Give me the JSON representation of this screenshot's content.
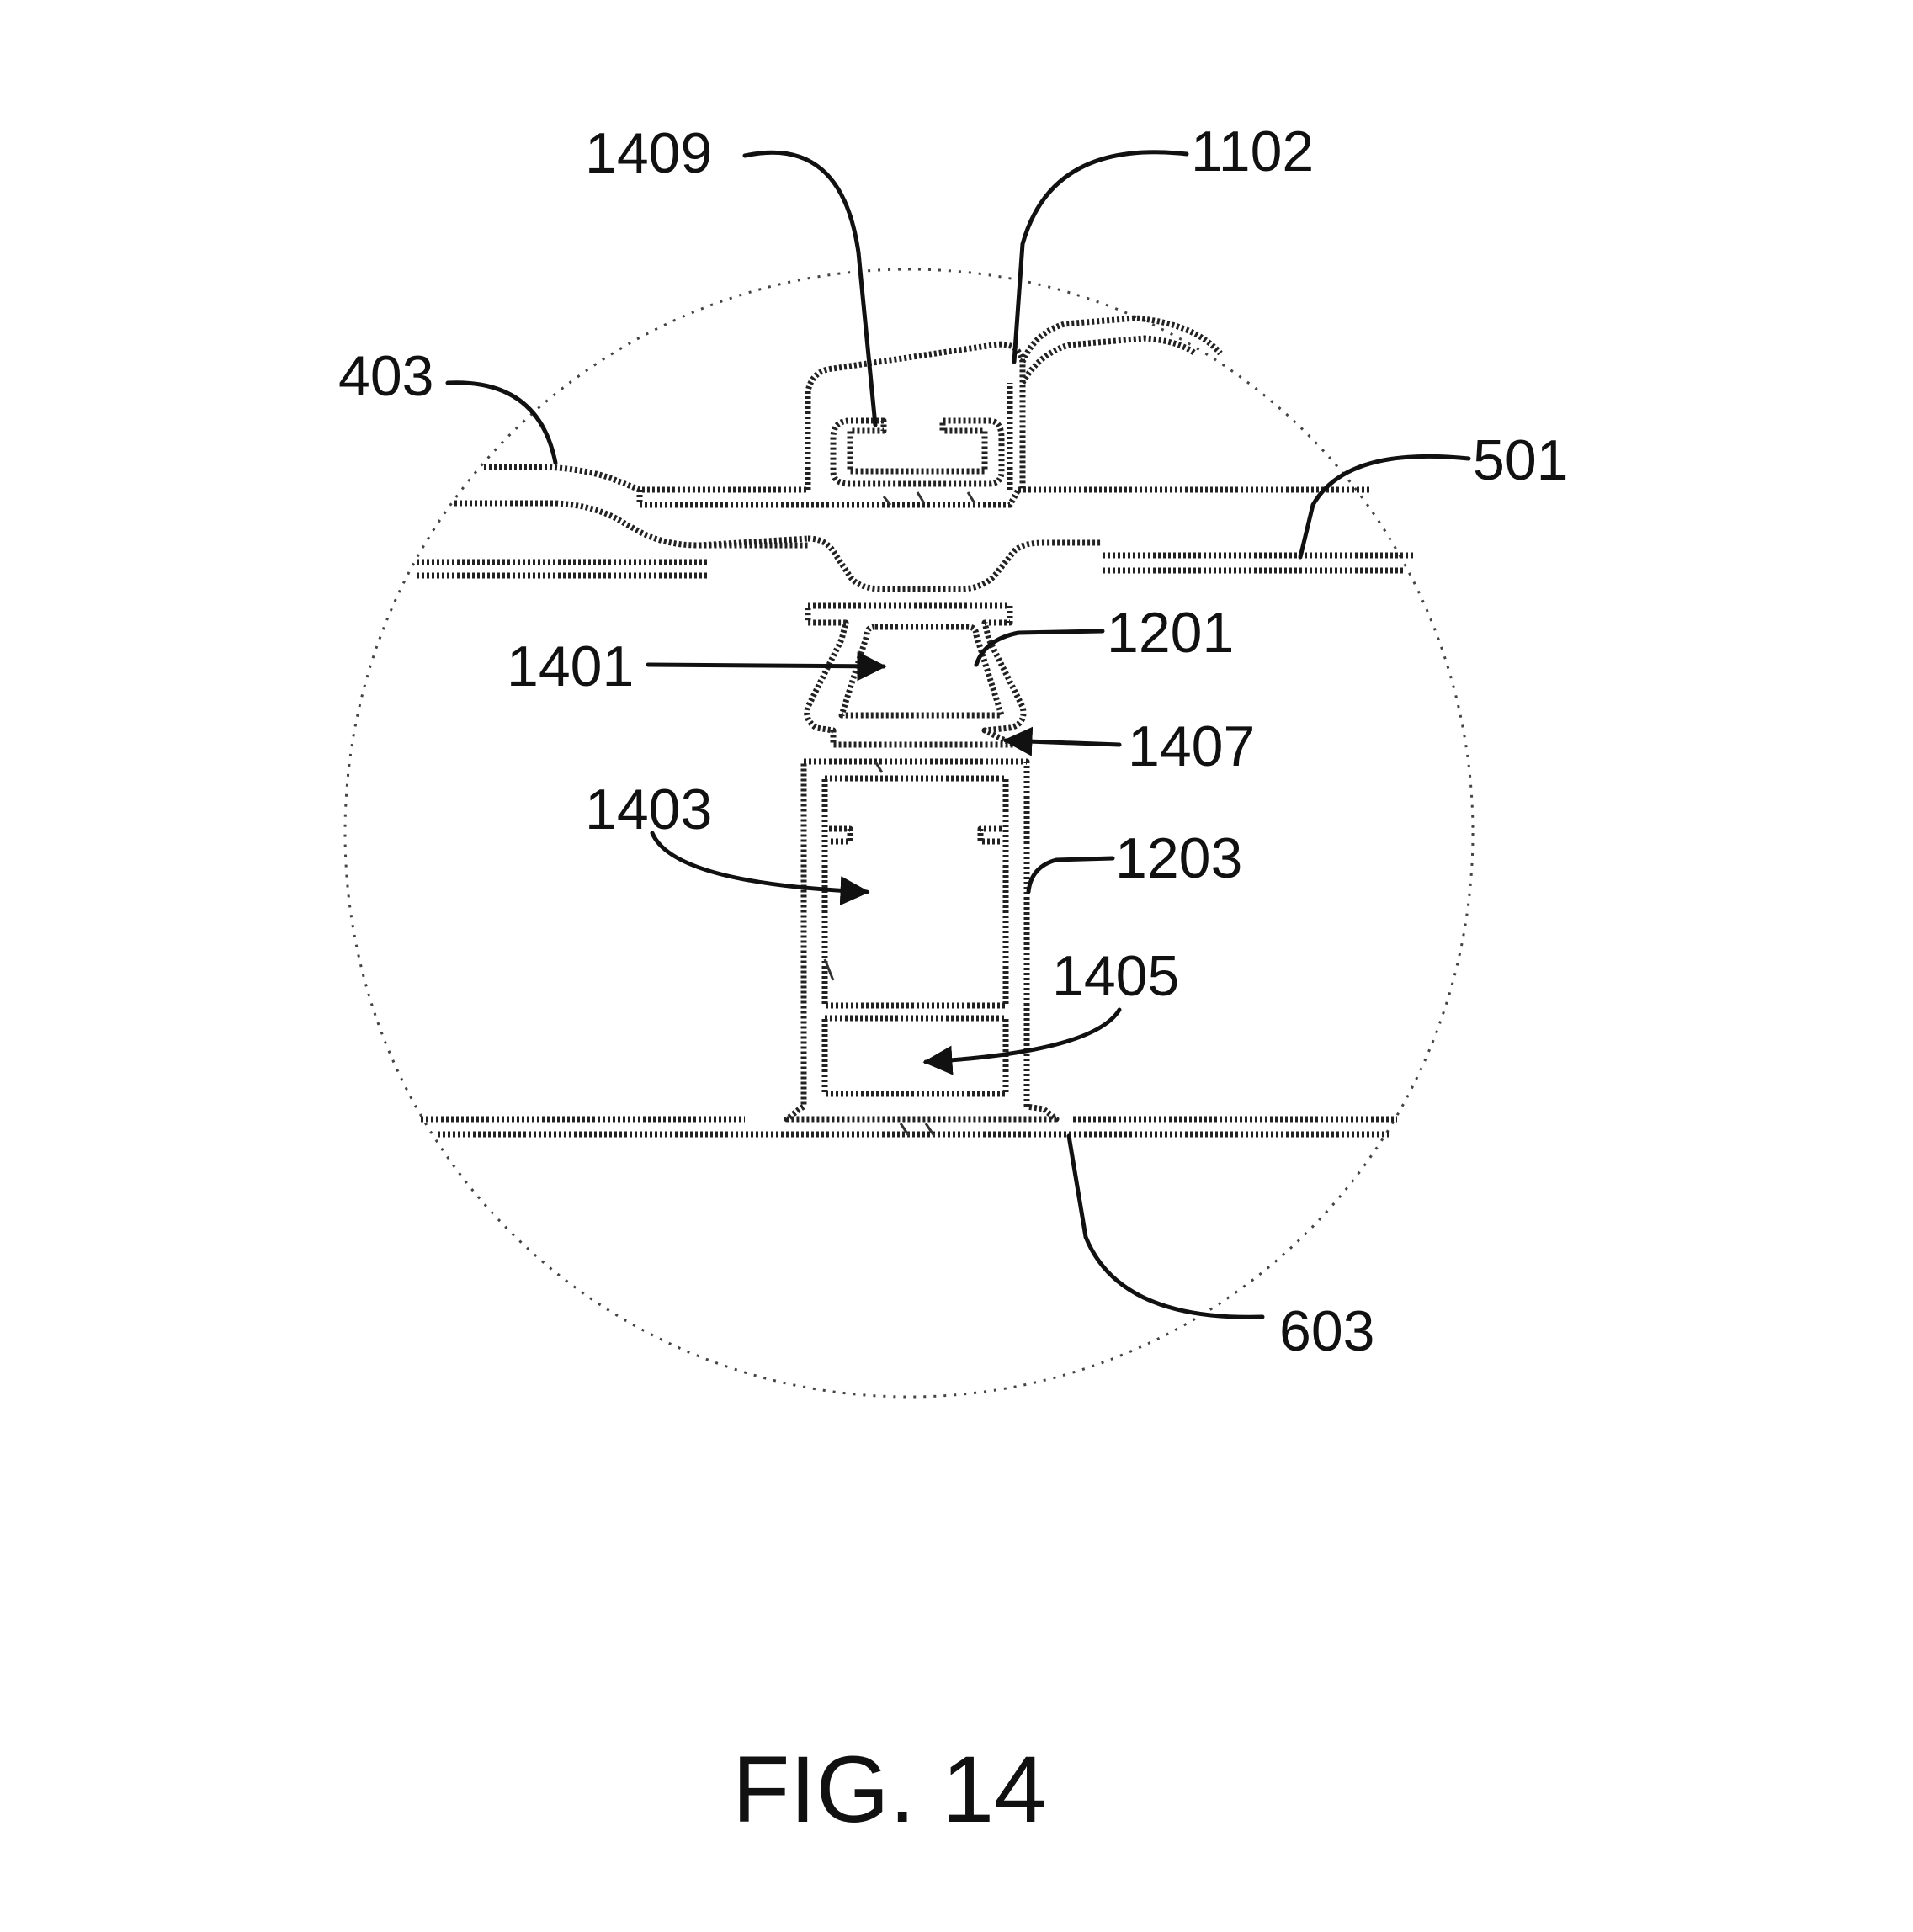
{
  "figure": {
    "caption": "FIG. 14",
    "reference_numerals": {
      "n1409": "1409",
      "n1102": "1102",
      "n403": "403",
      "n501": "501",
      "n1401": "1401",
      "n1201": "1201",
      "n1407": "1407",
      "n1403": "1403",
      "n1203": "1203",
      "n1405": "1405",
      "n603": "603"
    }
  }
}
